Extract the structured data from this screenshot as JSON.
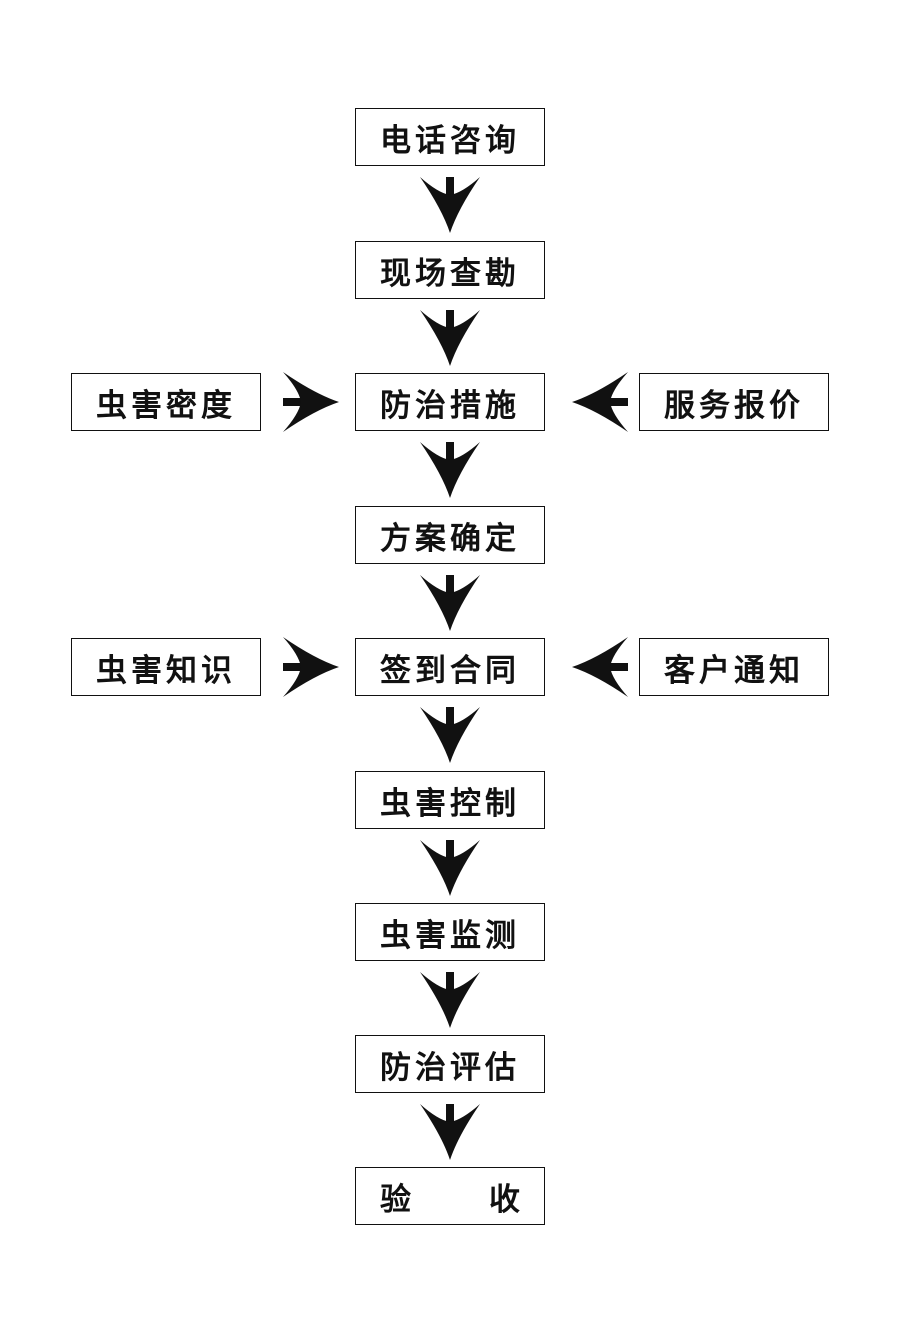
{
  "flow": {
    "main_steps": [
      {
        "label": "电话咨询"
      },
      {
        "label": "现场查勘"
      },
      {
        "label": "防治措施"
      },
      {
        "label": "方案确定"
      },
      {
        "label": "签到合同"
      },
      {
        "label": "虫害控制"
      },
      {
        "label": "虫害监测"
      },
      {
        "label": "防治评估"
      },
      {
        "label_left": "验",
        "label_right": "收"
      }
    ],
    "inputs_to_measures": {
      "left": {
        "label": "虫害密度"
      },
      "right": {
        "label": "服务报价"
      }
    },
    "inputs_to_contract": {
      "left": {
        "label": "虫害知识"
      },
      "right": {
        "label": "客户通知"
      }
    }
  },
  "icons": {
    "down_arrow": "arrow-down-icon",
    "right_arrow": "arrow-right-icon",
    "left_arrow": "arrow-left-icon"
  },
  "colors": {
    "line": "#111111",
    "background": "#ffffff"
  }
}
